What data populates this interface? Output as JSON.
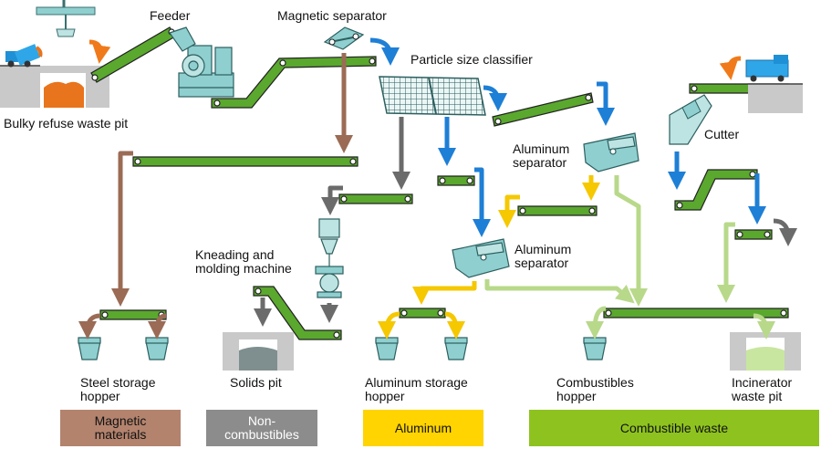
{
  "labels": {
    "feeder": "Feeder",
    "magnetic_separator": "Magnetic separator",
    "particle_size_classifier": "Particle size classifier",
    "bulky_refuse_waste_pit": "Bulky refuse waste pit",
    "aluminum_separator_1": "Aluminum\nseparator",
    "aluminum_separator_2": "Aluminum\nseparator",
    "cutter": "Cutter",
    "kneading_machine": "Kneading and\nmolding machine",
    "steel_storage_hopper": "Steel storage\nhopper",
    "solids_pit": "Solids pit",
    "aluminum_storage_hopper": "Aluminum storage\nhopper",
    "combustibles_hopper": "Combustibles\nhopper",
    "incinerator_waste_pit": "Incinerator\nwaste pit"
  },
  "categories": [
    {
      "label": "Magnetic\nmaterials",
      "color": "#b3836e"
    },
    {
      "label": "Non-\ncombustibles",
      "color": "#8c8c8c"
    },
    {
      "label": "Aluminum",
      "color": "#ffd400"
    },
    {
      "label": "Combustible waste",
      "color": "#8ec31f"
    }
  ],
  "colors": {
    "conveyor": "#5aa82e",
    "machine": "#7fc6c4",
    "flow_blue": "#1e7fd6",
    "flow_brown": "#9b6b55",
    "flow_gray": "#6b6b6b",
    "flow_yellow": "#f5c800",
    "flow_lightgreen": "#b8d98a",
    "flow_orange": "#f07a1a"
  }
}
